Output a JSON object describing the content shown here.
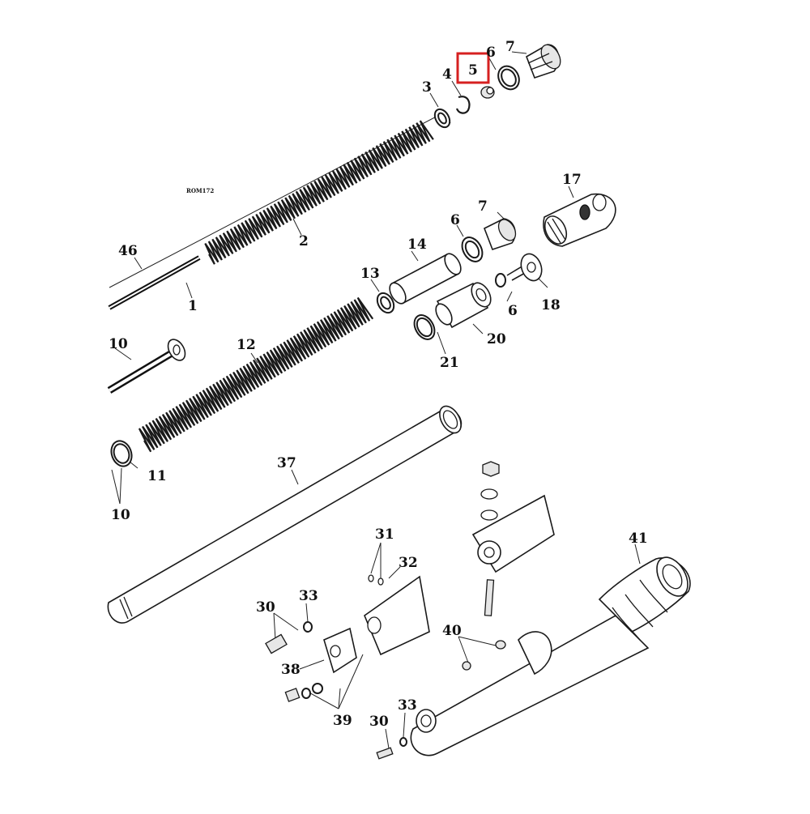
{
  "diagram": {
    "code": "ROM172",
    "highlight_color": "#d62020",
    "highlighted_callout": "5",
    "callouts": [
      "1",
      "2",
      "3",
      "4",
      "5",
      "6",
      "7",
      "6",
      "7",
      "17",
      "46",
      "14",
      "13",
      "6",
      "18",
      "20",
      "21",
      "12",
      "10",
      "11",
      "10",
      "37",
      "31",
      "32",
      "33",
      "30",
      "38",
      "39",
      "40",
      "41",
      "30",
      "33"
    ]
  }
}
